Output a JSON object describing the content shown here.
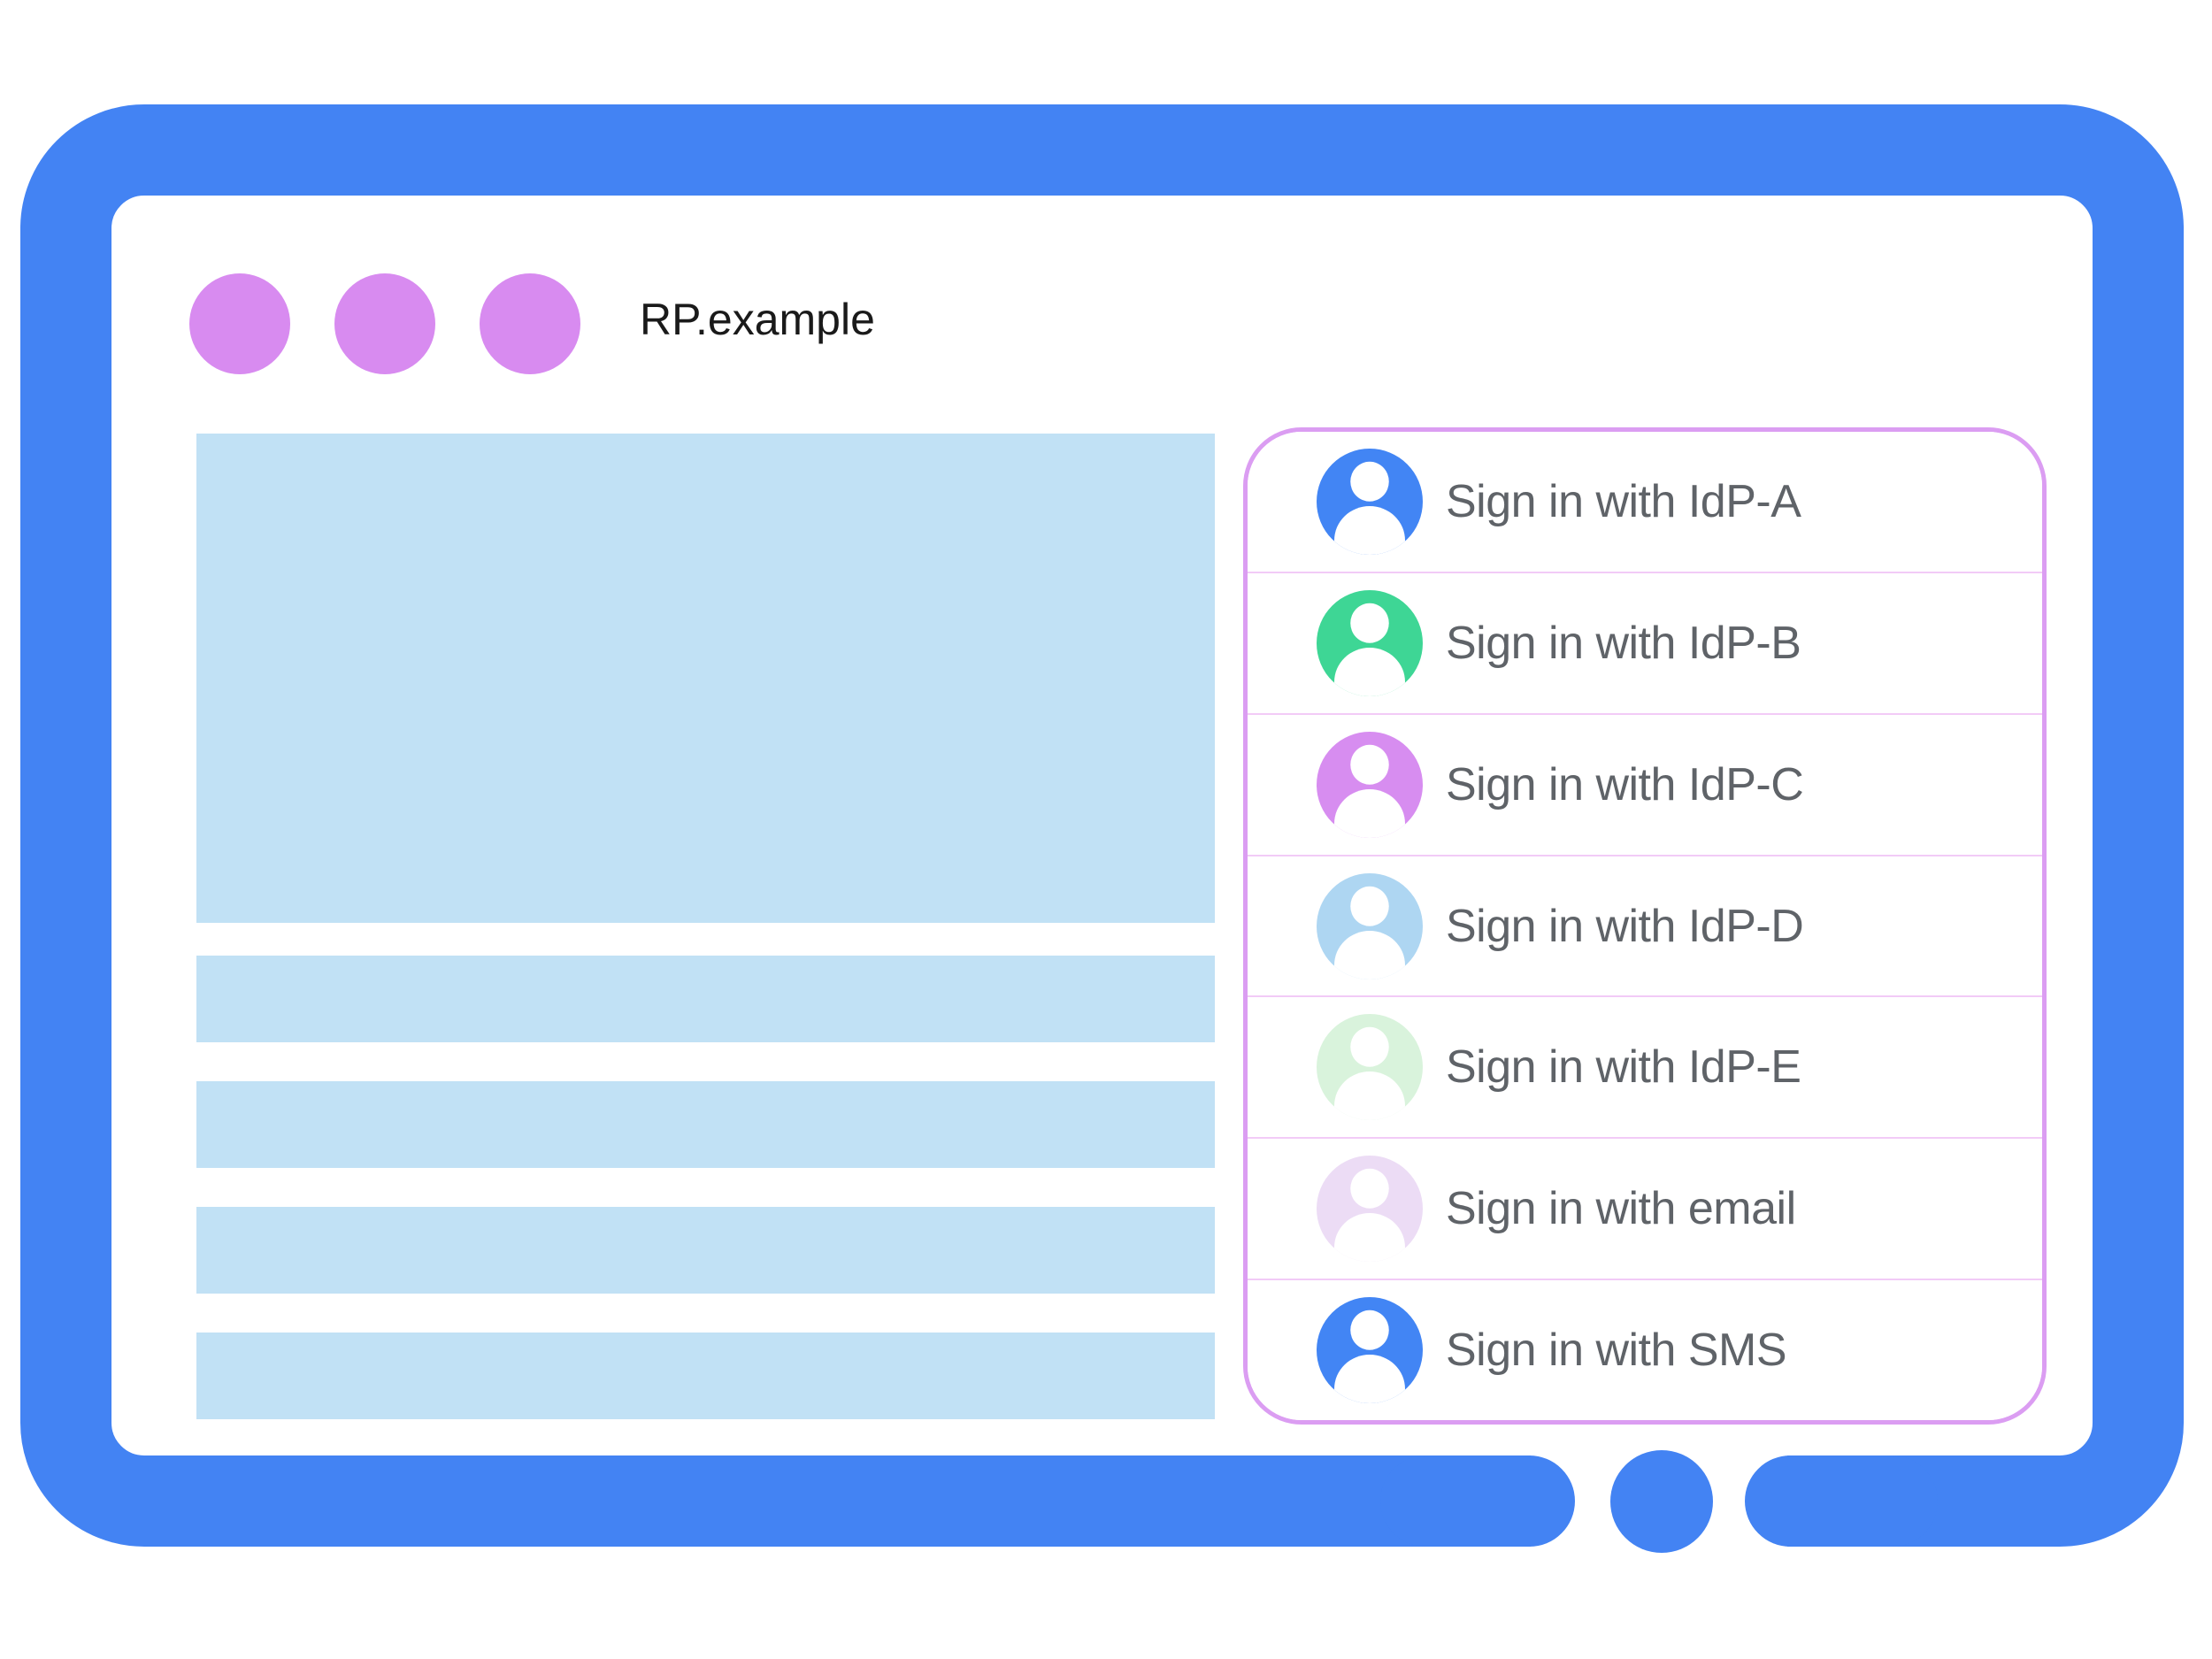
{
  "colors": {
    "frame_blue": "#4383f3",
    "dot_purple": "#d88bf0",
    "placeholder_blue": "#c1e1f5",
    "panel_border": "#db9df2",
    "divider_pink": "#f2cbf7",
    "label_gray": "#5f6368",
    "title_color": "#1a1a1a"
  },
  "window": {
    "title": "RP.example",
    "control_dots": 3
  },
  "signin_panel": {
    "options": [
      {
        "label": "Sign in with IdP-A",
        "avatar_icon": "person-icon",
        "avatar_color": "#4285f4"
      },
      {
        "label": "Sign in with IdP-B",
        "avatar_icon": "person-icon",
        "avatar_color": "#3ed695"
      },
      {
        "label": "Sign in with IdP-C",
        "avatar_icon": "person-icon",
        "avatar_color": "#d78df0"
      },
      {
        "label": "Sign in with IdP-D",
        "avatar_icon": "person-icon",
        "avatar_color": "#aed6f2"
      },
      {
        "label": "Sign in with IdP-E",
        "avatar_icon": "person-icon",
        "avatar_color": "#d9f3dc"
      },
      {
        "label": "Sign in with email",
        "avatar_icon": "person-icon",
        "avatar_color": "#ecdcf5"
      },
      {
        "label": "Sign in with SMS",
        "avatar_icon": "person-icon",
        "avatar_color": "#4285f4"
      }
    ]
  }
}
